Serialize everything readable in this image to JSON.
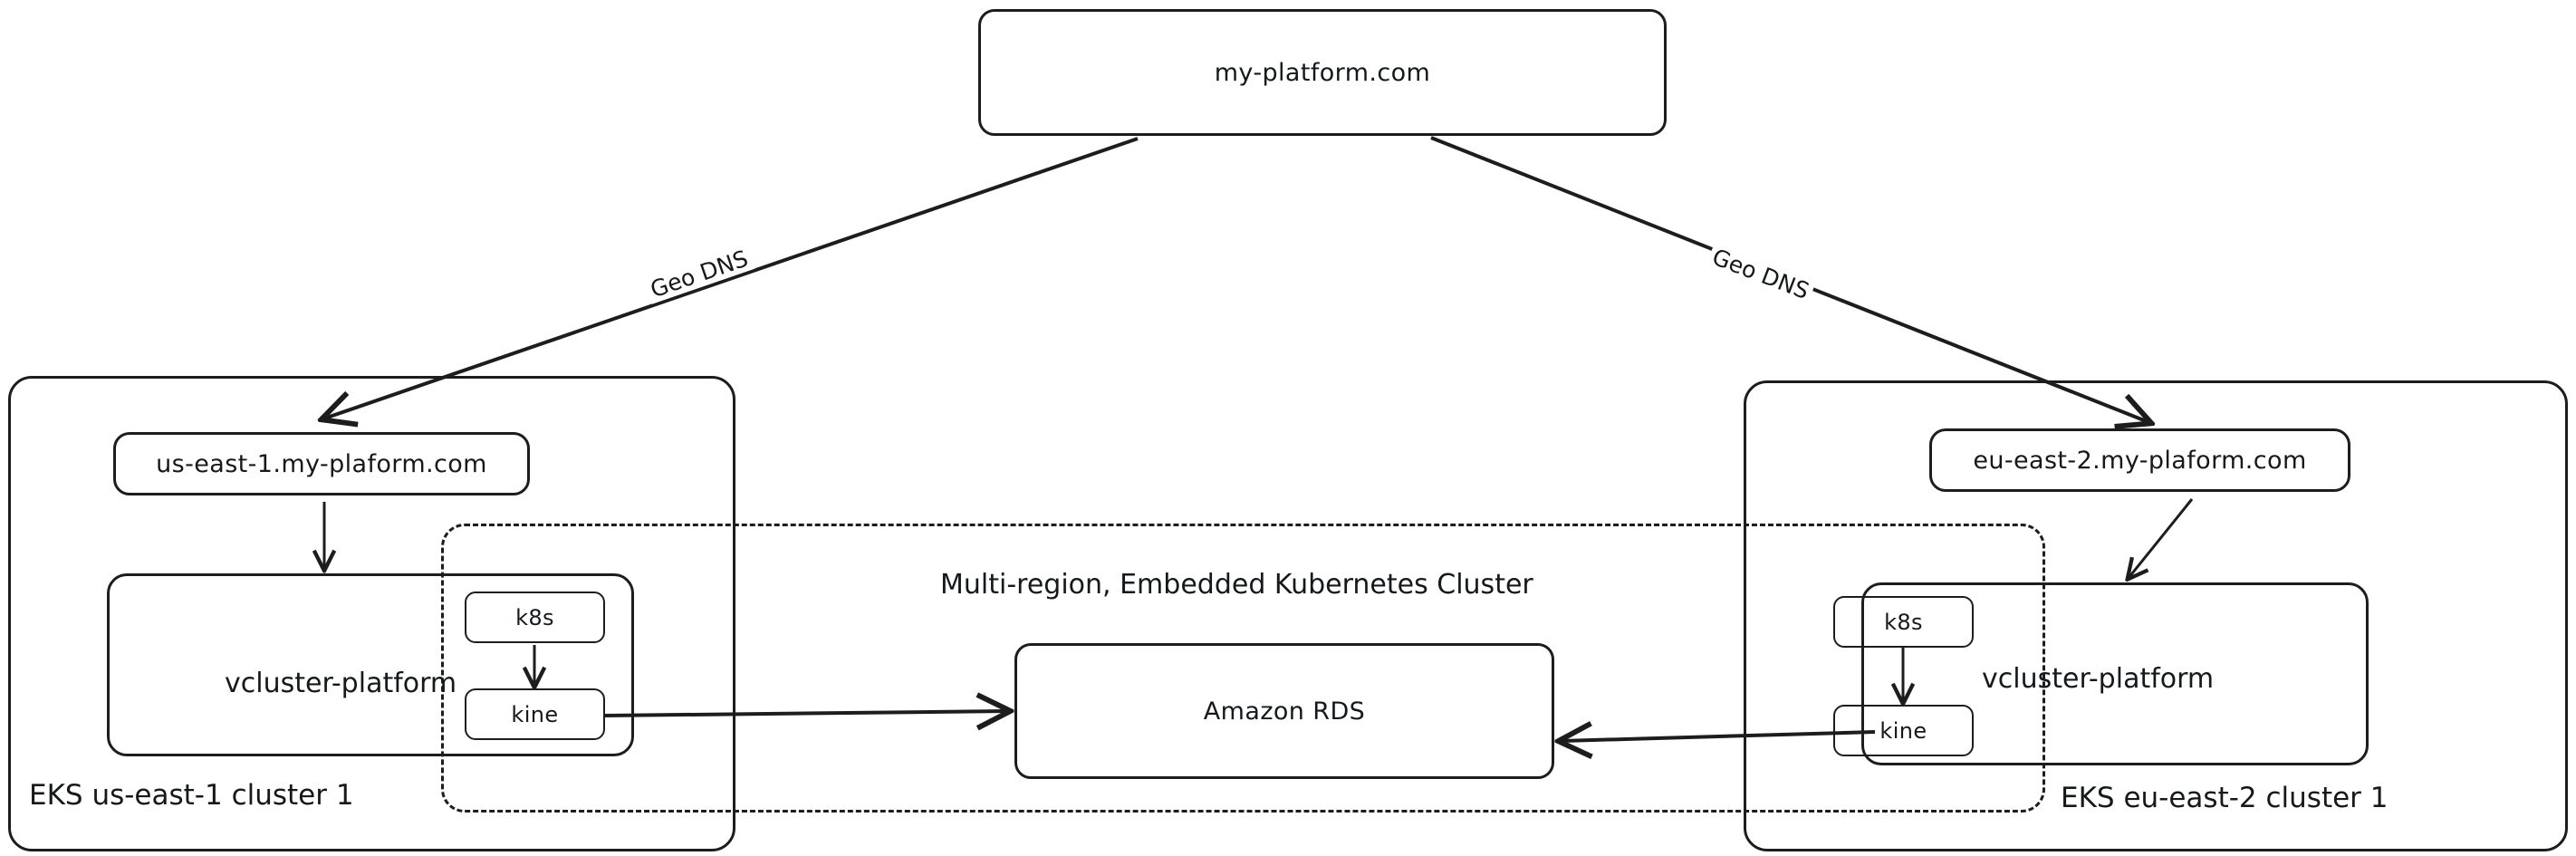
{
  "diagram": {
    "title_node": {
      "label": "my-platform.com"
    },
    "center_region": {
      "title": "Multi-region, Embedded Kubernetes Cluster",
      "database": {
        "label": "Amazon RDS"
      }
    },
    "edges": [
      {
        "label": "Geo DNS",
        "from": "my-platform.com",
        "to": "us-east-1.my-plaform.com"
      },
      {
        "label": "Geo DNS",
        "from": "my-platform.com",
        "to": "eu-east-2.my-plaform.com"
      }
    ],
    "clusters": [
      {
        "id": "us-east-1",
        "caption": "EKS us-east-1 cluster 1",
        "endpoint": {
          "label": "us-east-1.my-plaform.com"
        },
        "platform": {
          "label": "vcluster-platform"
        },
        "components": [
          {
            "label": "k8s"
          },
          {
            "label": "kine"
          }
        ]
      },
      {
        "id": "eu-east-2",
        "caption": "EKS eu-east-2 cluster 1",
        "endpoint": {
          "label": "eu-east-2.my-plaform.com"
        },
        "platform": {
          "label": "vcluster-platform"
        },
        "components": [
          {
            "label": "k8s"
          },
          {
            "label": "kine"
          }
        ]
      }
    ],
    "colors": {
      "stroke": "#1d1d1d",
      "text": "#16191c",
      "background": "#ffffff"
    }
  }
}
